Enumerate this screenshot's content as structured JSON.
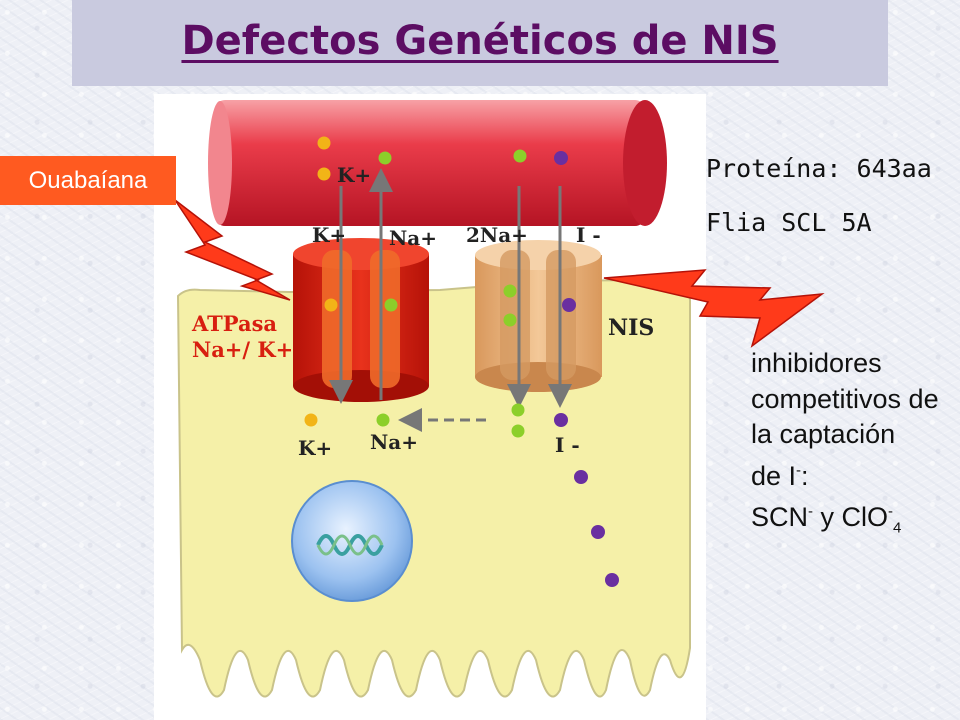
{
  "title": "Defectos Genéticos de NIS",
  "ouabaina": "Ouabaíana",
  "protein": "Proteína: 643aa",
  "family": "Flia SCL 5A",
  "inhibitors": {
    "line1": "inhibidores",
    "line2": "competitivos de",
    "line3": "la captación",
    "line4_prefix": "de I",
    "line4_sup": "-",
    "line4_suffix": ":",
    "line5_a": "SCN",
    "line5_sup1": "-",
    "line5_b": " y ClO",
    "line5_sup2": "-",
    "line5_sub": "4"
  },
  "diagram": {
    "atpasa_line1": "ATPasa",
    "atpasa_line2": "Na+/ K+",
    "nis": "NIS",
    "k_top": "K+",
    "k_mid": "K+",
    "na_mid": "Na+",
    "two_na": "2Na+",
    "i_top": "I -",
    "k_bottom": "K+",
    "na_bottom": "Na+",
    "i_bottom": "I -"
  },
  "colors": {
    "title": "#5c0d63",
    "ouabaina_bg": "#ff5a20",
    "vessel": "#e8283d",
    "atpasa": "#d81f10",
    "nis_channel": "#e9b27c",
    "cell": "#f5f0a8",
    "k_ion": "#f2b417",
    "na_ion": "#8ccf2a",
    "i_ion": "#6a2fa0"
  }
}
